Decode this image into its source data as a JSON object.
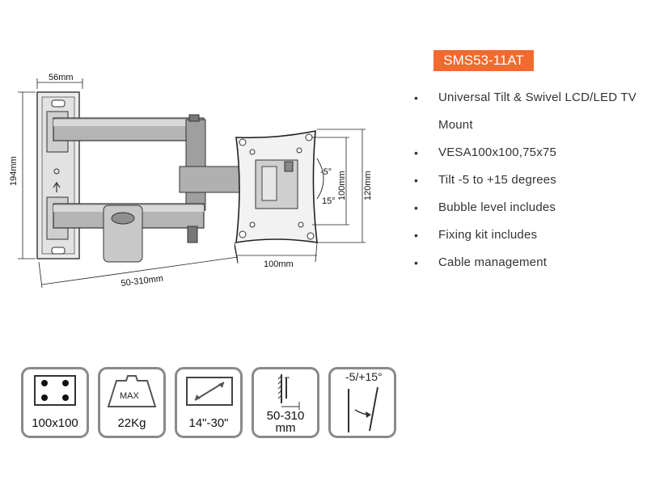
{
  "model": "SMS53-11AT",
  "accent_color": "#f26a2e",
  "features": [
    "Universal Tilt & Swivel LCD/LED TV Mount",
    "VESA100x100,75x75",
    "Tilt -5 to +15 degrees",
    "Bubble level includes",
    "Fixing kit includes",
    "Cable management"
  ],
  "dimensions": {
    "wall_plate_width": "56mm",
    "height": "194mm",
    "extension": "50-310mm",
    "vesa_width": "100mm",
    "vesa_height_inner": "100mm",
    "vesa_height_outer": "120mm",
    "tilt_up": "-5°",
    "tilt_down": "15°"
  },
  "icons": [
    {
      "name": "vesa-icon",
      "label": "100x100"
    },
    {
      "name": "max-load-icon",
      "inner_label": "MAX",
      "label": "22Kg"
    },
    {
      "name": "screen-size-icon",
      "label": "14\"-30\""
    },
    {
      "name": "wall-distance-icon",
      "label_line1": "50-310",
      "label_line2": "mm"
    },
    {
      "name": "tilt-icon",
      "top_label": "-5/+15°"
    }
  ]
}
